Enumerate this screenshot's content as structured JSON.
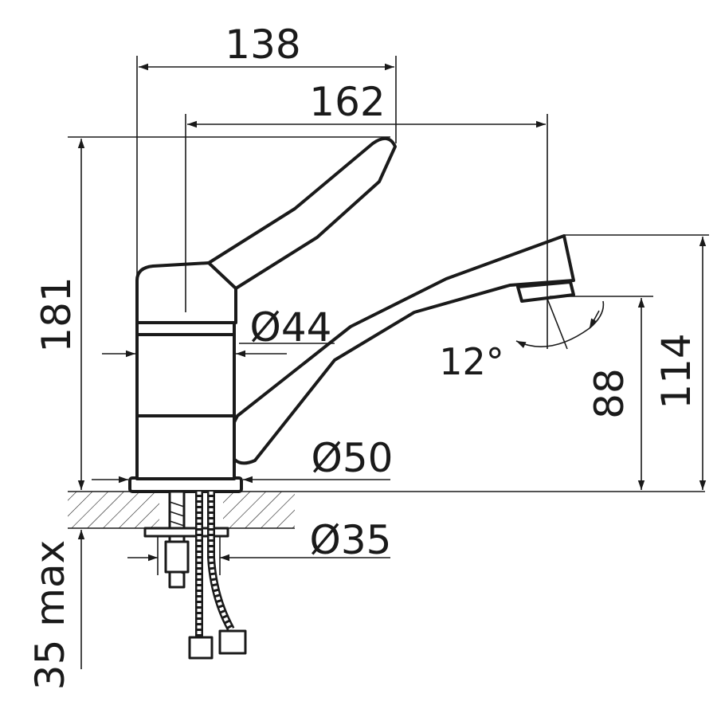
{
  "dimensions": {
    "width_handle": "138",
    "reach": "162",
    "total_height": "181",
    "body_diameter": "Ø44",
    "base_diameter": "Ø50",
    "hole_diameter": "Ø35",
    "spout_height": "114",
    "outlet_height": "88",
    "outlet_angle": "12°",
    "counter_thickness": "35 max"
  },
  "colors": {
    "line": "#1a1a1a",
    "background": "#ffffff"
  }
}
